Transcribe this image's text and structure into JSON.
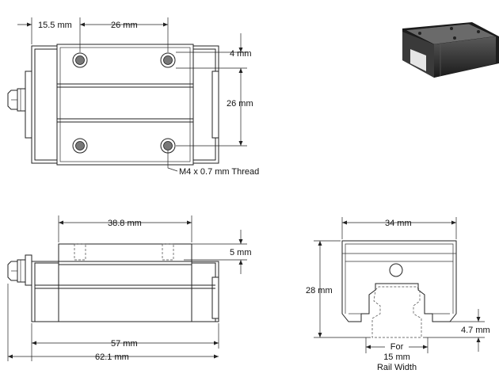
{
  "dimensions": {
    "top_hole_offset": "15.5 mm",
    "top_hole_spacing_x": "26 mm",
    "top_hole_edge_y": "4 mm",
    "top_hole_spacing_y": "26 mm",
    "thread": "M4 x 0.7 mm Thread",
    "side_length": "38.8 mm",
    "side_hole_depth": "5 mm",
    "body_length": "57 mm",
    "overall_length": "62.1 mm",
    "end_width": "34 mm",
    "end_height": "28 mm",
    "end_clearance": "4.7 mm",
    "rail_note_line1": "For",
    "rail_note_line2": "15 mm",
    "rail_note_line3": "Rail Width"
  }
}
